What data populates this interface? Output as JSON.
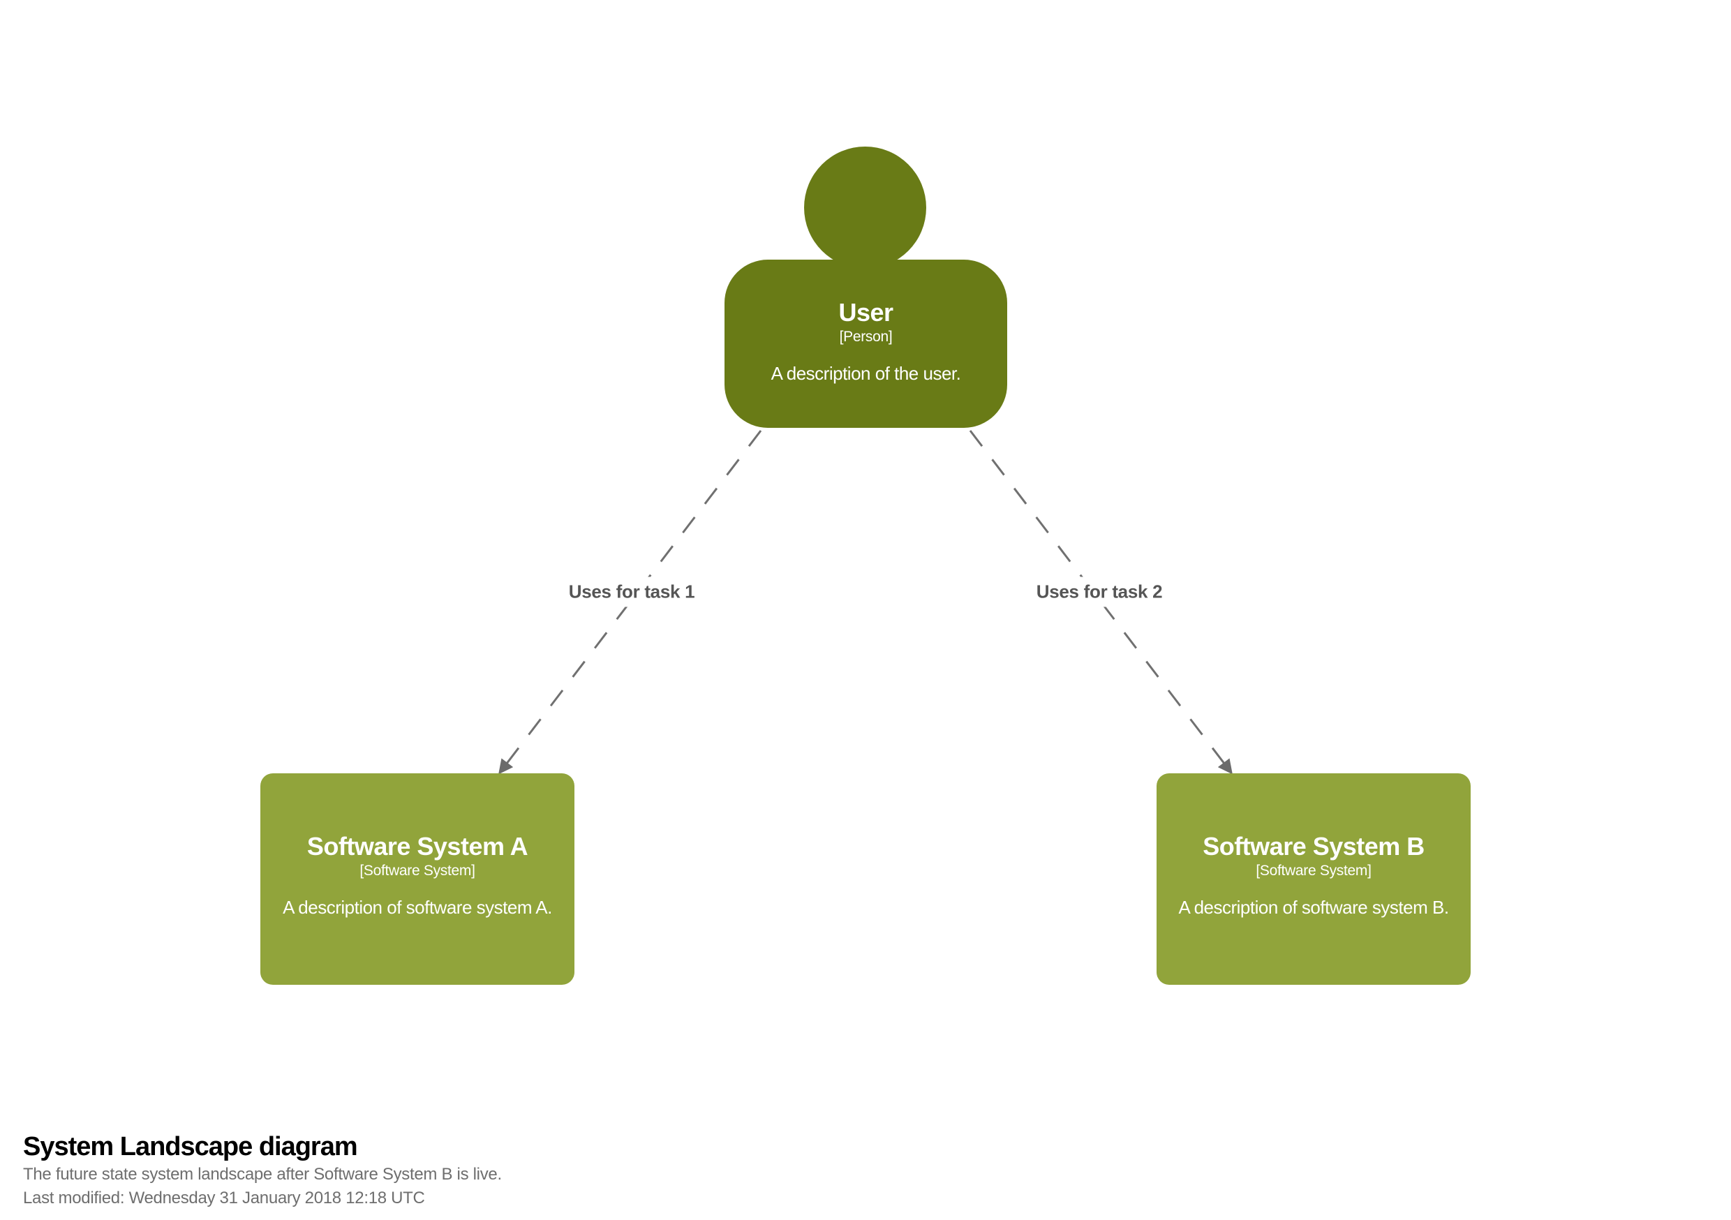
{
  "diagram": {
    "title": "System Landscape diagram",
    "description": "The future state system landscape after Software System B is live.",
    "last_modified": "Last modified: Wednesday 31 January 2018 12:18 UTC"
  },
  "elements": {
    "user": {
      "name": "User",
      "type": "[Person]",
      "description": "A description of the user."
    },
    "system_a": {
      "name": "Software System A",
      "type": "[Software System]",
      "description": "A description of software system A."
    },
    "system_b": {
      "name": "Software System B",
      "type": "[Software System]",
      "description": "A description of software system B."
    }
  },
  "relationships": [
    {
      "label": "Uses for task 1"
    },
    {
      "label": "Uses for task 2"
    }
  ],
  "colors": {
    "person_fill": "#697B16",
    "software_system_fill": "#91A43B",
    "element_text": "#FFFFFF",
    "relationship_line": "#707070",
    "relationship_label_text": "#555555",
    "title_text": "#000000",
    "subtitle_text": "#6E6E6E",
    "background": "#FFFFFF"
  }
}
